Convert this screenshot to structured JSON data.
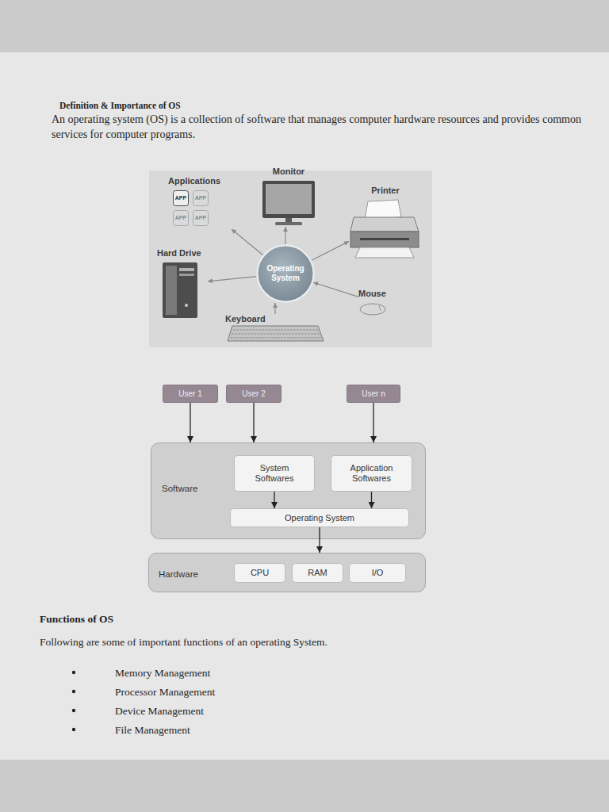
{
  "diagram": {
    "title": "Definition & Importance of OS",
    "nodes": [
      {
        "text": [
          "Applications"
        ]
      },
      {
        "text": [
          "APP"
        ],
        "in": 0
      },
      {
        "text": [
          "APP"
        ],
        "in": 0
      },
      {
        "text": [
          "APP"
        ],
        "in": 0
      },
      {
        "text": [
          "APP"
        ],
        "in": 0
      },
      {
        "text": [
          "Monitor"
        ]
      },
      {
        "text": [
          "Printer"
        ]
      },
      {
        "text": [
          "Hard Drive"
        ]
      },
      {
        "text": [
          "Operating System"
        ]
      },
      {
        "text": [
          "Mouse"
        ]
      },
      {
        "text": [
          "Keyboard"
        ]
      },
      {
        "text": [
          "User 1"
        ]
      },
      {
        "text": [
          "User 2"
        ]
      },
      {
        "text": [
          "User n"
        ]
      },
      {
        "text": [
          "Software"
        ]
      },
      {
        "text": [
          "System Softwares"
        ],
        "in": 14
      },
      {
        "text": [
          "Application Softwares"
        ],
        "in": 14
      },
      {
        "text": [
          "Operating System"
        ],
        "in": 14
      },
      {
        "text": [
          "Hardware"
        ]
      },
      {
        "text": [
          "CPU"
        ],
        "in": 18
      },
      {
        "text": [
          "RAM"
        ],
        "in": 18
      },
      {
        "text": [
          "I/O"
        ],
        "in": 18
      }
    ],
    "edges": [
      {
        "from": 8,
        "to": 0,
        "arrow": "to"
      },
      {
        "from": 8,
        "to": 5,
        "arrow": "to"
      },
      {
        "from": 8,
        "to": 6,
        "arrow": "to"
      },
      {
        "from": 8,
        "to": 7,
        "arrow": "to"
      },
      {
        "from": 9,
        "to": 8,
        "arrow": "to"
      },
      {
        "from": 10,
        "to": 8,
        "arrow": "to"
      },
      {
        "from": 11,
        "to": 14,
        "arrow": "to"
      },
      {
        "from": 12,
        "to": 14,
        "arrow": "to"
      },
      {
        "from": 13,
        "to": 14,
        "arrow": "to"
      },
      {
        "from": 15,
        "to": 17,
        "arrow": "to"
      },
      {
        "from": 16,
        "to": 17,
        "arrow": "to"
      },
      {
        "from": 17,
        "to": 18,
        "arrow": "to"
      }
    ],
    "labels": [
      "An operating system (OS) is a collection of software that manages computer hardware resources and provides common services for computer programs.",
      "Functions of OS",
      "Following are some of important functions of an operating System.",
      "Memory Management",
      "Processor Management",
      "Device Management",
      "File Management"
    ]
  }
}
